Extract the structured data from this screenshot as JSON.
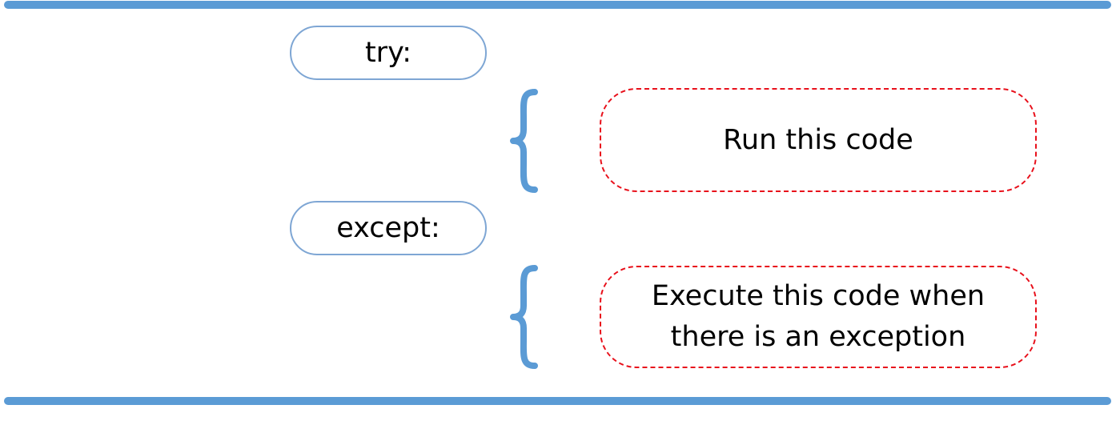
{
  "diagram": {
    "try_label": "try:",
    "except_label": "except:",
    "try_body": "Run this code",
    "except_body_lines": [
      "Execute this code when",
      "there is an exception"
    ]
  },
  "colors": {
    "rule": "#5b9bd5",
    "keyword_border": "#7ea6d4",
    "brace": "#5b9bd5",
    "code_border": "#e8101b"
  },
  "icons": {
    "brace": "left-curly-brace-icon"
  }
}
